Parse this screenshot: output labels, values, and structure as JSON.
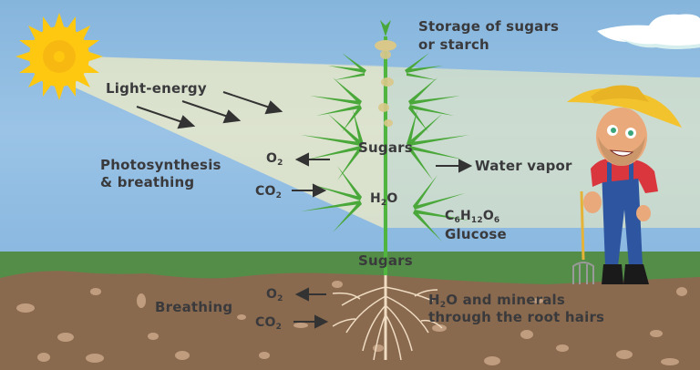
{
  "diagram": {
    "title": "Photosynthesis in a plant",
    "colors": {
      "sky": "#8ab8e0",
      "grass": "#538d48",
      "soil": "#8a6a4f",
      "pebble": "#c09d7e",
      "leaf": "#4aa83a",
      "sun": "#fec810",
      "text": "#3a3a3c",
      "arrow": "#333333",
      "root": "#efdcc2"
    },
    "labels": {
      "light_energy": "Light-energy",
      "storage_line1": "Storage of sugars",
      "storage_line2": "or starch",
      "photosynthesis_line1": "Photosynthesis",
      "photosynthesis_line2": "& breathing",
      "o2_top": {
        "base": "O",
        "sub": "2"
      },
      "co2_top": {
        "base": "CO",
        "sub": "2"
      },
      "sugars_top": "Sugars",
      "water_vapor": "Water vapor",
      "h2o_plant": {
        "h": "H",
        "sub": "2",
        "o": "O"
      },
      "glucose_formula": {
        "c": "C",
        "c_sub": "6",
        "h": "H",
        "h_sub": "12",
        "o": "O",
        "o_sub": "6"
      },
      "glucose": "Glucose",
      "sugars_bottom": "Sugars",
      "breathing": "Breathing",
      "o2_bottom": {
        "base": "O",
        "sub": "2"
      },
      "co2_bottom": {
        "base": "CO",
        "sub": "2"
      },
      "roots_line1_h": "H",
      "roots_line1_sub": "2",
      "roots_line1_rest": "O and minerals",
      "roots_line2": "through the root hairs"
    },
    "icons": [
      "sun-icon",
      "cloud-icon",
      "plant-illustration",
      "farmer-illustration",
      "pitchfork-icon",
      "arrow-icon",
      "root-system"
    ]
  }
}
